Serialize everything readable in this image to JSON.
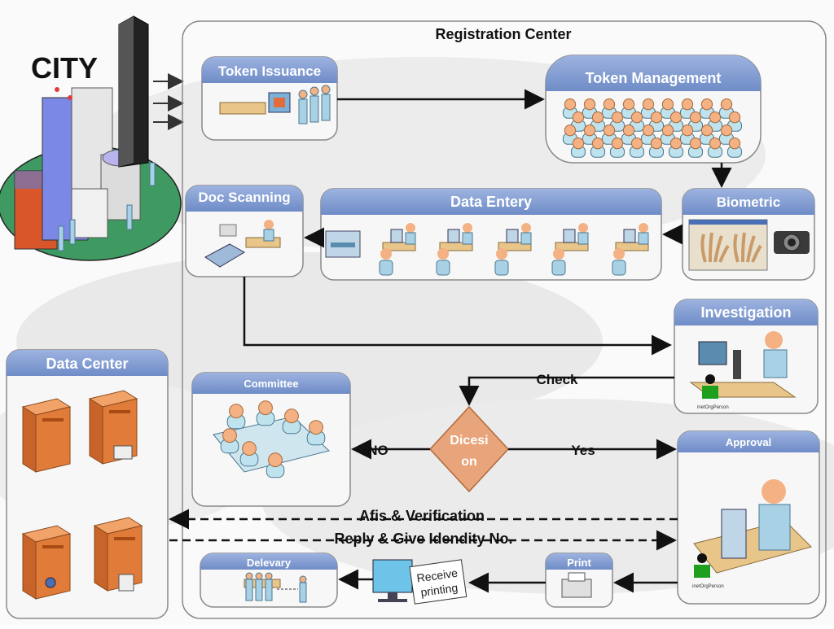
{
  "city_label": "CITY",
  "registration_center": "Registration Center",
  "data_center": "Data Center",
  "nodes": {
    "token_issuance": "Token Issuance",
    "token_management": "Token Management",
    "doc_scanning": "Doc Scanning",
    "data_entry": "Data Entery",
    "biometric": "Biometric",
    "investigation": "Investigation",
    "committee": "Committee",
    "approval": "Approval",
    "print": "Print",
    "delivery": "Delevary"
  },
  "decision": {
    "line1": "Dicesi",
    "line2": "on"
  },
  "edges": {
    "check": "Check",
    "no": "NO",
    "yes": "Yes",
    "afis": "Afis & Verification",
    "reply": "Reply & Give Idendity No."
  },
  "receive_printing": {
    "line1": "Receive",
    "line2": "printing"
  },
  "person_caption": "inetOrgPerson",
  "colors": {
    "header_blue": "#7d98cf",
    "panel_border": "#8a8a8a",
    "decision": "#e8a47a",
    "server": "#e07b3a",
    "person": "#f4b183",
    "desk": "#e8c68a"
  }
}
